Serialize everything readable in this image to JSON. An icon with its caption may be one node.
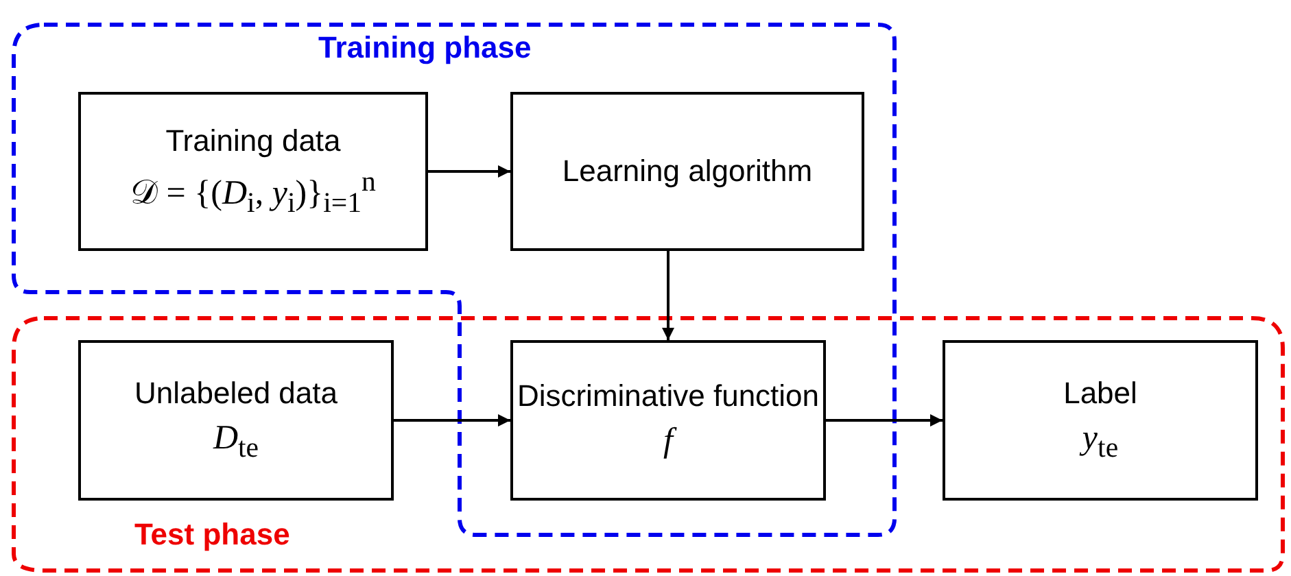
{
  "diagram": {
    "nodes": [
      {
        "text": [
          "Training phase"
        ]
      },
      {
        "text": [
          "Training data",
          "𝒟 = {(*D*$_{i}$, *y*$_{i}$)}$_{i=1}$$^{n}$"
        ],
        "in": 0
      },
      {
        "text": [
          "Learning algorithm"
        ],
        "in": 0
      },
      {
        "text": [
          "Test phase"
        ]
      },
      {
        "text": [
          "Unlabeled data",
          "*D*$_{te}$"
        ],
        "in": 3
      },
      {
        "text": [
          "Discriminative function",
          "*f*"
        ]
      },
      {
        "text": [
          "Label",
          "*y*$_{te}$"
        ],
        "in": 3
      }
    ],
    "edges": [
      {
        "from": 1,
        "to": 2,
        "arrow": "to"
      },
      {
        "from": 2,
        "to": 5,
        "arrow": "to"
      },
      {
        "from": 4,
        "to": 5,
        "arrow": "to"
      },
      {
        "from": 5,
        "to": 6,
        "arrow": "to"
      }
    ]
  }
}
